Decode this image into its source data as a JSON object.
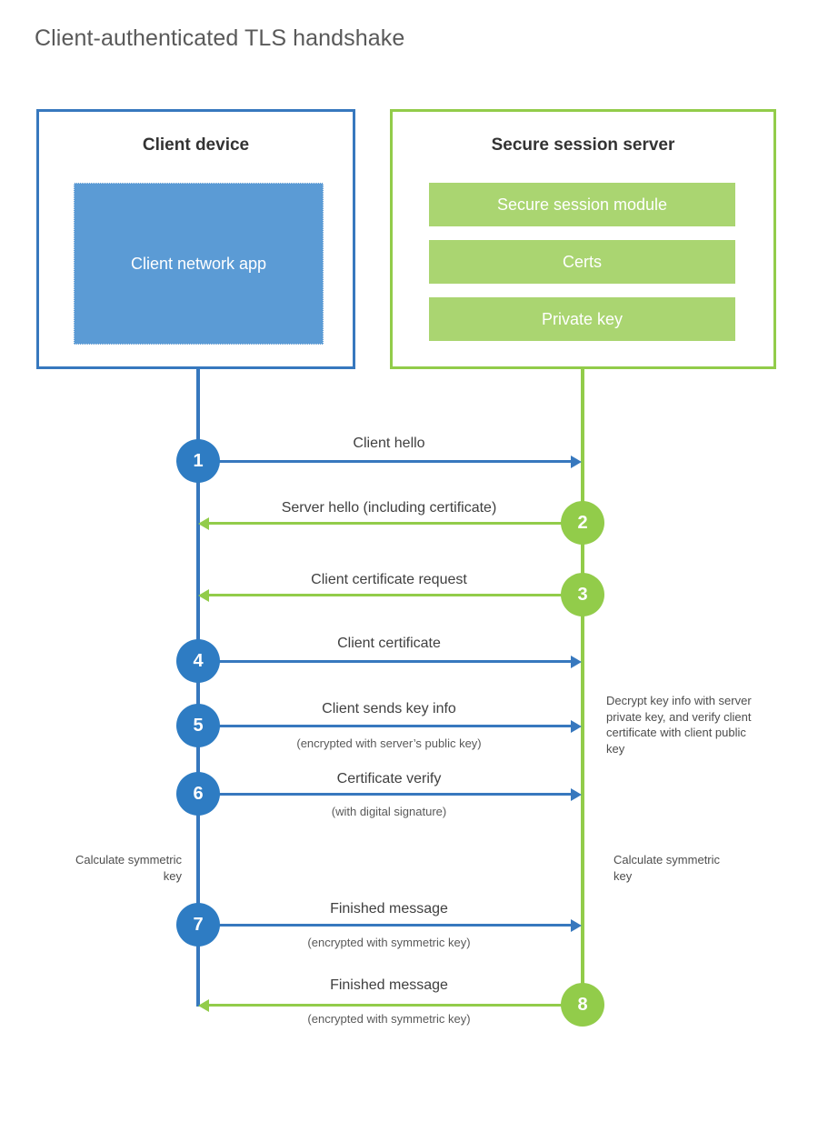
{
  "page": {
    "title": "Client-authenticated TLS handshake"
  },
  "colors": {
    "client_accent": "#3778BE",
    "client_circle": "#2E7CC3",
    "client_app_fill": "#5B9BD5",
    "server_accent": "#92CC4A",
    "server_bar_fill": "#AAD571",
    "text": "#404040",
    "title_text": "#595959",
    "background": "#ffffff"
  },
  "client": {
    "title": "Client device",
    "app_label": "Client network app"
  },
  "server": {
    "title": "Secure session server",
    "components": [
      {
        "label": "Secure session module"
      },
      {
        "label": "Certs"
      },
      {
        "label": "Private key"
      }
    ]
  },
  "steps": [
    {
      "number": "1",
      "label": "Client hello",
      "sublabel": "",
      "direction": "client-to-server",
      "origin": "client",
      "color": "blue"
    },
    {
      "number": "2",
      "label": "Server hello (including certificate)",
      "sublabel": "",
      "direction": "server-to-client",
      "origin": "server",
      "color": "green"
    },
    {
      "number": "3",
      "label": "Client certificate request",
      "sublabel": "",
      "direction": "server-to-client",
      "origin": "server",
      "color": "green"
    },
    {
      "number": "4",
      "label": "Client certificate",
      "sublabel": "",
      "direction": "client-to-server",
      "origin": "client",
      "color": "blue"
    },
    {
      "number": "5",
      "label": "Client sends key info",
      "sublabel": "(encrypted with server’s public key)",
      "direction": "client-to-server",
      "origin": "client",
      "color": "blue"
    },
    {
      "number": "6",
      "label": "Certificate verify",
      "sublabel": "(with digital signature)",
      "direction": "client-to-server",
      "origin": "client",
      "color": "blue"
    },
    {
      "number": "7",
      "label": "Finished message",
      "sublabel": "(encrypted with symmetric key)",
      "direction": "client-to-server",
      "origin": "client",
      "color": "blue"
    },
    {
      "number": "8",
      "label": "Finished message",
      "sublabel": "(encrypted with symmetric key)",
      "direction": "server-to-client",
      "origin": "server",
      "color": "green"
    }
  ],
  "notes": {
    "server_decrypt": "Decrypt key info with server private key, and verify client certificate with client public key",
    "client_calculate": "Calculate symmetric key",
    "server_calculate": "Calculate symmetric key"
  }
}
